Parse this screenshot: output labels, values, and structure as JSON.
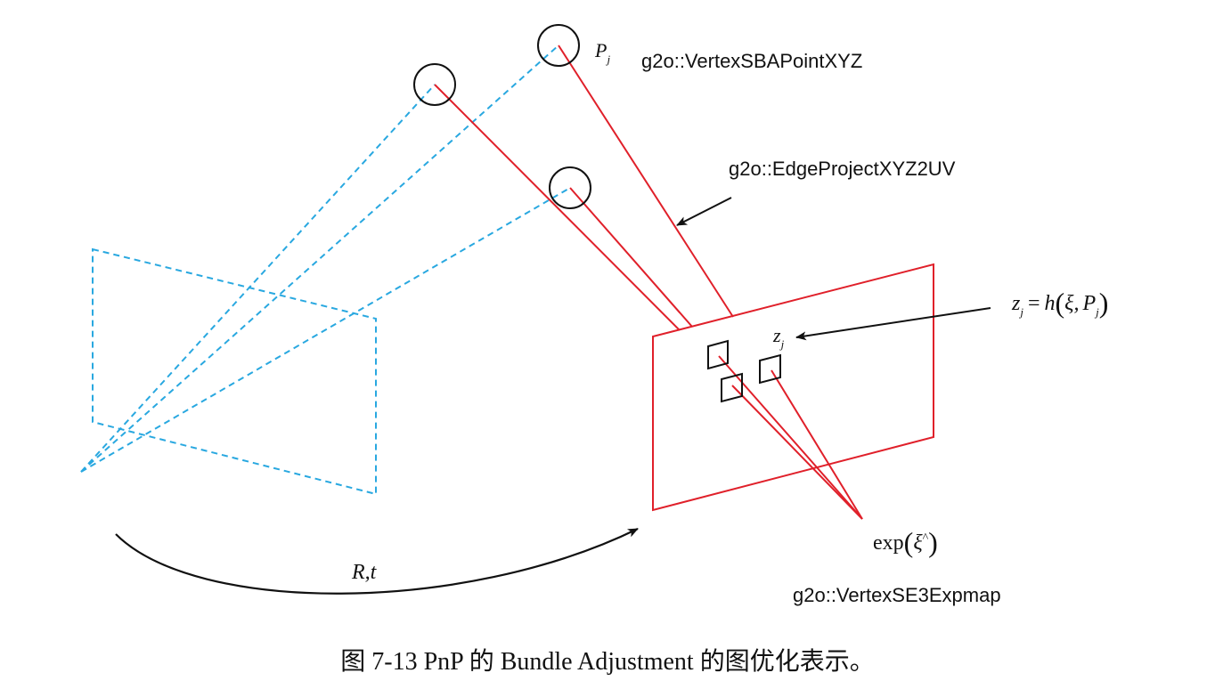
{
  "labels": {
    "point_var": "P",
    "point_sub": "j",
    "vertex_point": "g2o::VertexSBAPointXYZ",
    "edge_type": "g2o::EdgeProjectXYZ2UV",
    "measure_lhs": "z",
    "measure_lhs_sub": "j",
    "measure_eq": "=",
    "measure_fn": "h",
    "measure_xi": "ξ,",
    "measure_p": "P",
    "measure_p_sub": "j",
    "proj_var": "z",
    "proj_sub": "j",
    "exp_fn": "exp",
    "exp_xi": "ξ",
    "exp_hat": "^",
    "motion": "R",
    "motion_t": ",t",
    "vertex_pose": "g2o::VertexSE3Expmap"
  },
  "caption": {
    "text": "图 7-13   PnP 的 Bundle Adjustment 的图优化表示。"
  },
  "colors": {
    "camera_line": "#29a8e0",
    "projection_line": "#e0202a",
    "node_stroke": "#111111",
    "arrow": "#111111",
    "text": "#111111"
  }
}
